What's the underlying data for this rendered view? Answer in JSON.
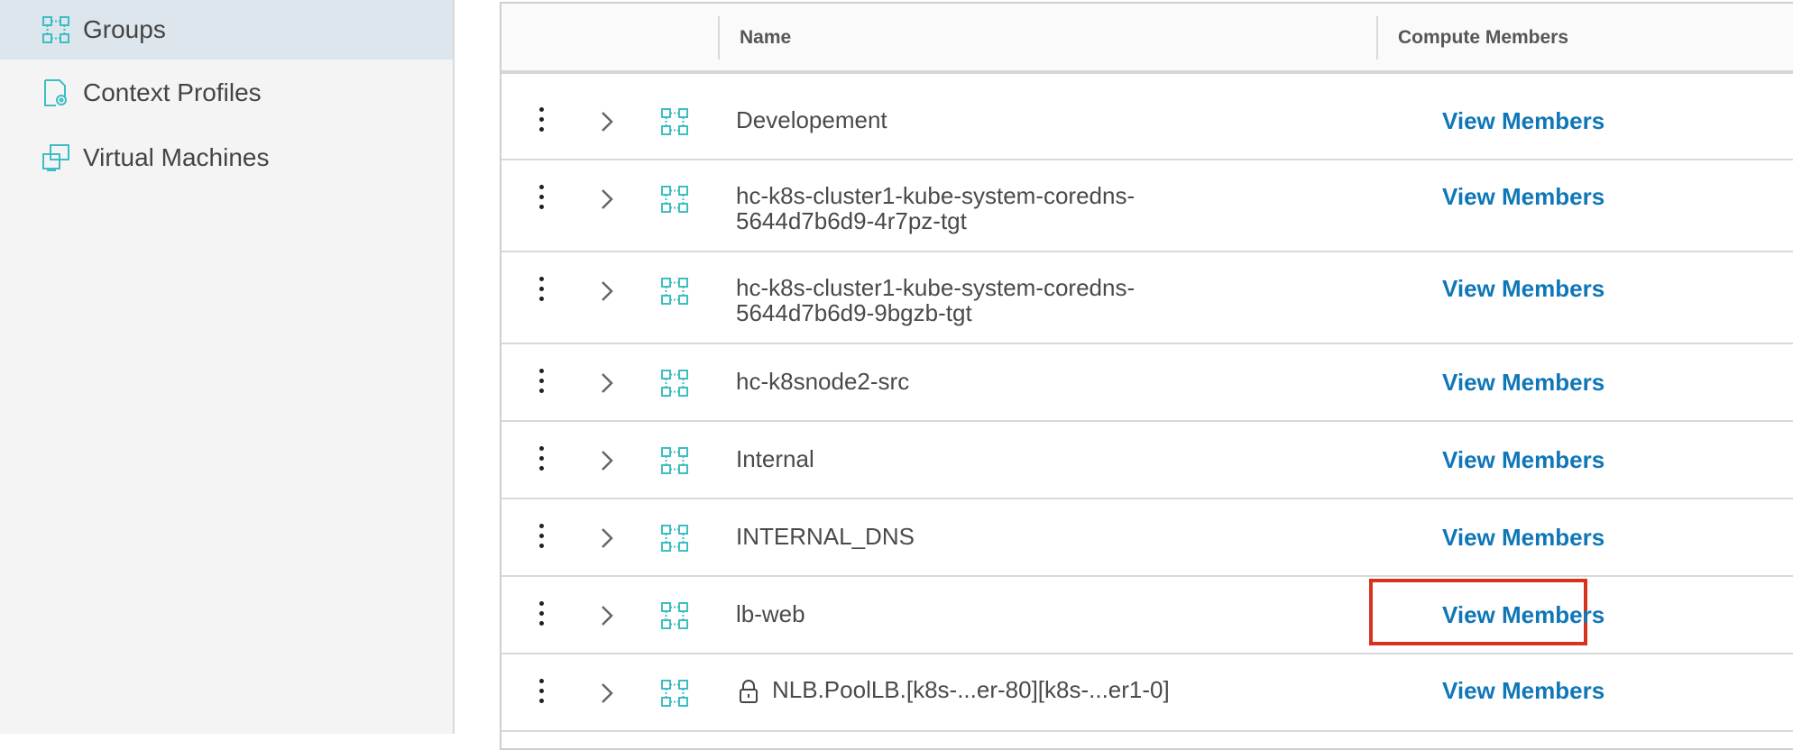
{
  "sidebar": {
    "items": [
      {
        "label": "Groups",
        "icon": "groups-icon",
        "active": true
      },
      {
        "label": "Context Profiles",
        "icon": "context-profile-icon",
        "active": false
      },
      {
        "label": "Virtual Machines",
        "icon": "virtual-machines-icon",
        "active": false
      }
    ]
  },
  "table": {
    "columns": [
      "Name",
      "Compute Members"
    ],
    "rows": [
      {
        "name": "Developement",
        "action": "View Members"
      },
      {
        "name": "hc-k8s-cluster1-kube-system-coredns-\n5644d7b6d9-4r7pz-tgt",
        "action": "View Members"
      },
      {
        "name": "hc-k8s-cluster1-kube-system-coredns-\n5644d7b6d9-9bgzb-tgt",
        "action": "View Members"
      },
      {
        "name": "hc-k8snode2-src",
        "action": "View Members"
      },
      {
        "name": "Internal",
        "action": "View Members"
      },
      {
        "name": "INTERNAL_DNS",
        "action": "View Members"
      },
      {
        "name": "lb-web",
        "action": "View Members",
        "highlighted": true
      },
      {
        "name": "NLB.PoolLB.[k8s-...er-80][k8s-...er1-0]",
        "action": "View Members",
        "locked": true
      }
    ]
  },
  "colors": {
    "link": "#0f77b8",
    "icon_teal": "#3dbdc4",
    "highlight_border": "#d6321c",
    "active_nav": "#dde6ec"
  }
}
